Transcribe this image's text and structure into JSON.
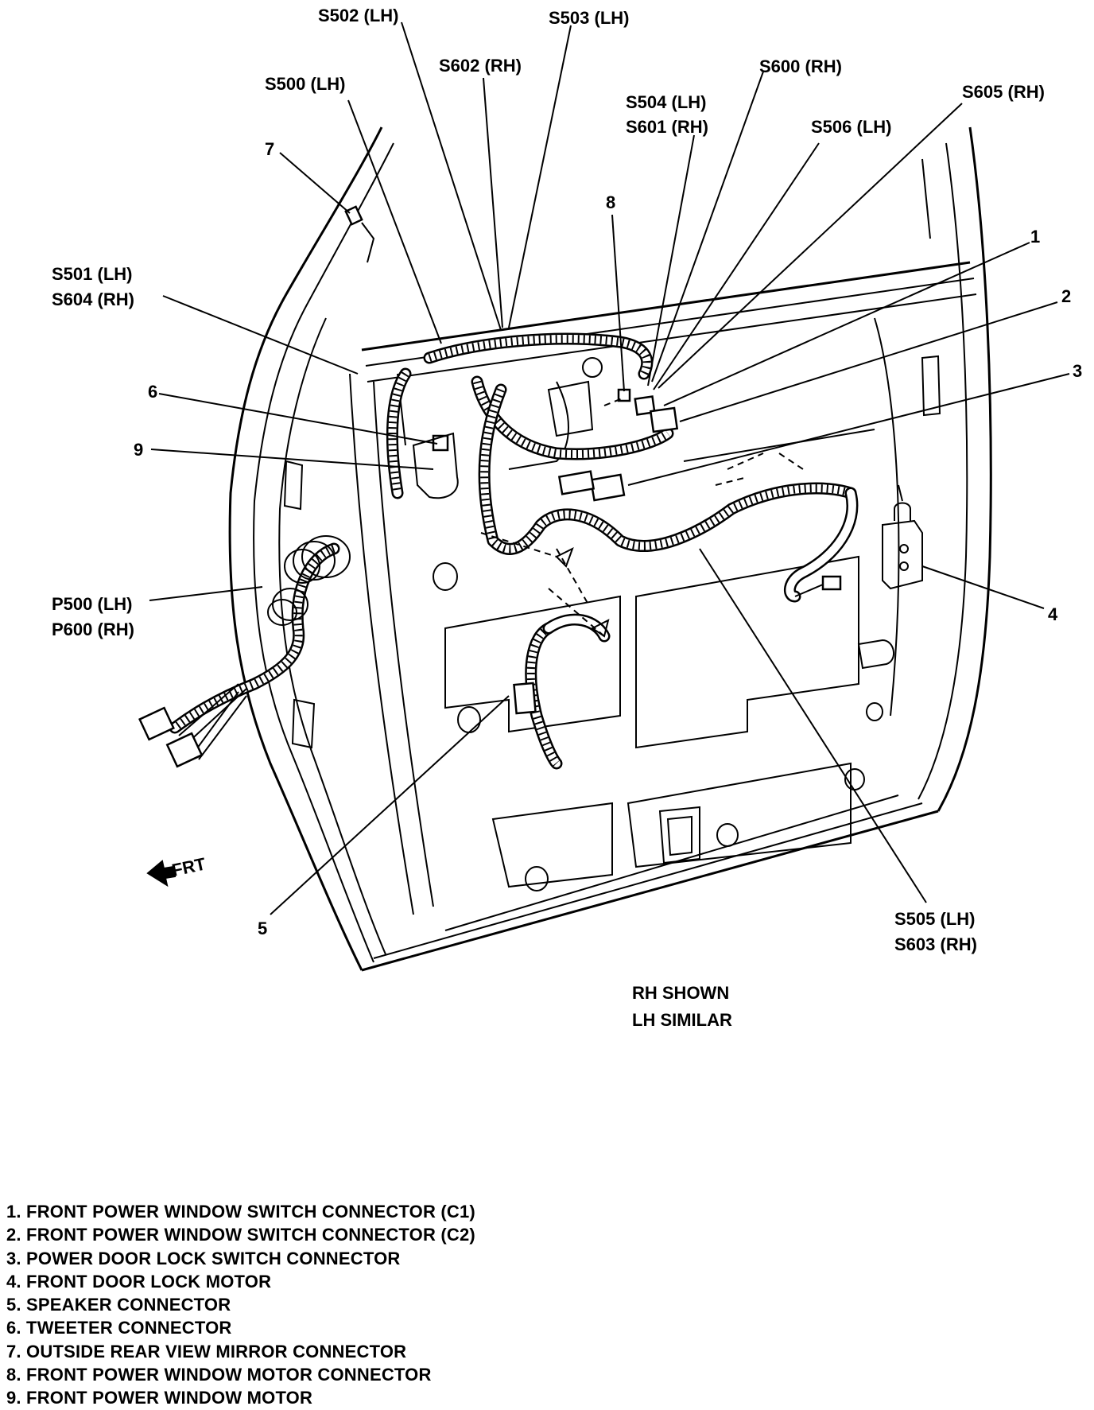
{
  "callouts": {
    "s502_lh": "S502 (LH)",
    "s503_lh": "S503 (LH)",
    "s602_rh": "S602 (RH)",
    "s600_rh": "S600 (RH)",
    "s500_lh": "S500 (LH)",
    "s504_lh": "S504 (LH)",
    "s601_rh": "S601 (RH)",
    "s605_rh": "S605 (RH)",
    "s506_lh": "S506 (LH)",
    "s501_lh": "S501 (LH)",
    "s604_rh": "S604 (RH)",
    "p500_lh": "P500 (LH)",
    "p600_rh": "P600 (RH)",
    "s505_lh": "S505 (LH)",
    "s603_rh": "S603 (RH)",
    "n1": "1",
    "n2": "2",
    "n3": "3",
    "n4": "4",
    "n5": "5",
    "n6": "6",
    "n7": "7",
    "n8": "8",
    "n9": "9",
    "frt": "FRT"
  },
  "note": {
    "line1": "RH SHOWN",
    "line2": "LH SIMILAR"
  },
  "legend": [
    "1. FRONT POWER WINDOW SWITCH CONNECTOR (C1)",
    "2. FRONT POWER WINDOW SWITCH CONNECTOR (C2)",
    "3. POWER DOOR LOCK SWITCH CONNECTOR",
    "4. FRONT DOOR LOCK MOTOR",
    "5. SPEAKER CONNECTOR",
    "6. TWEETER CONNECTOR",
    "7. OUTSIDE REAR VIEW MIRROR CONNECTOR",
    "8. FRONT POWER WINDOW MOTOR CONNECTOR",
    "9. FRONT POWER WINDOW MOTOR"
  ]
}
